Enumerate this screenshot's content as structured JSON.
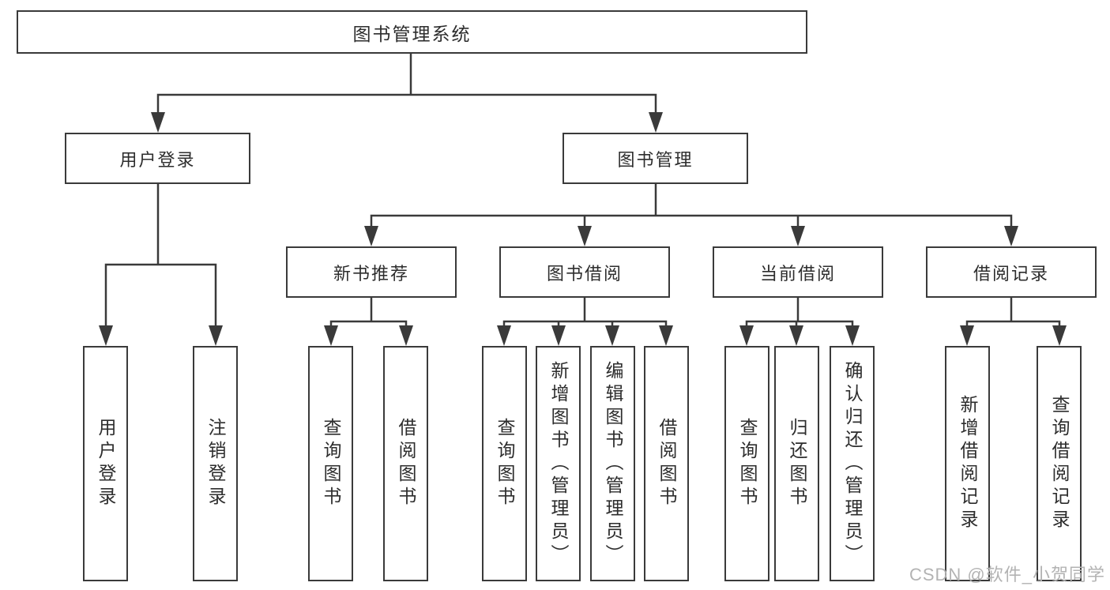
{
  "diagram": {
    "type": "tree",
    "colors": {
      "line": "#3a3a3a",
      "box_border": "#3a3a3a",
      "text": "#2d2d2d",
      "background": "#ffffff",
      "watermark": "#b3b3b3"
    },
    "root": {
      "label": "图书管理系统",
      "children": [
        {
          "label": "用户登录",
          "children": [
            {
              "label": "用户登录"
            },
            {
              "label": "注销登录"
            }
          ]
        },
        {
          "label": "图书管理",
          "children": [
            {
              "label": "新书推荐",
              "children": [
                {
                  "label": "查询图书"
                },
                {
                  "label": "借阅图书"
                }
              ]
            },
            {
              "label": "图书借阅",
              "children": [
                {
                  "label": "查询图书"
                },
                {
                  "label": "新增图书（管理员）"
                },
                {
                  "label": "编辑图书（管理员）"
                },
                {
                  "label": "借阅图书"
                }
              ]
            },
            {
              "label": "当前借阅",
              "children": [
                {
                  "label": "查询图书"
                },
                {
                  "label": "归还图书"
                },
                {
                  "label": "确认归还（管理员）"
                }
              ]
            },
            {
              "label": "借阅记录",
              "children": [
                {
                  "label": "新增借阅记录"
                },
                {
                  "label": "查询借阅记录"
                }
              ]
            }
          ]
        }
      ]
    }
  },
  "watermark": {
    "text": "CSDN @软件_小贺同学"
  }
}
